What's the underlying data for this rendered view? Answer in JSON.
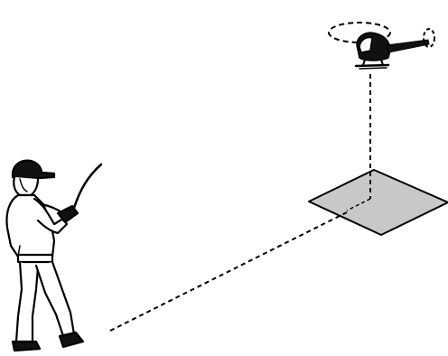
{
  "diagram": {
    "elements": [
      "pilot",
      "transmitter",
      "antenna",
      "helicopter",
      "landing-pad",
      "vertical-sight-line",
      "ground-sight-line"
    ]
  },
  "colors": {
    "background": "#ffffff",
    "ink": "#000000",
    "pad_fill": "#c8c8c8",
    "helicopter_body": "#111111"
  }
}
